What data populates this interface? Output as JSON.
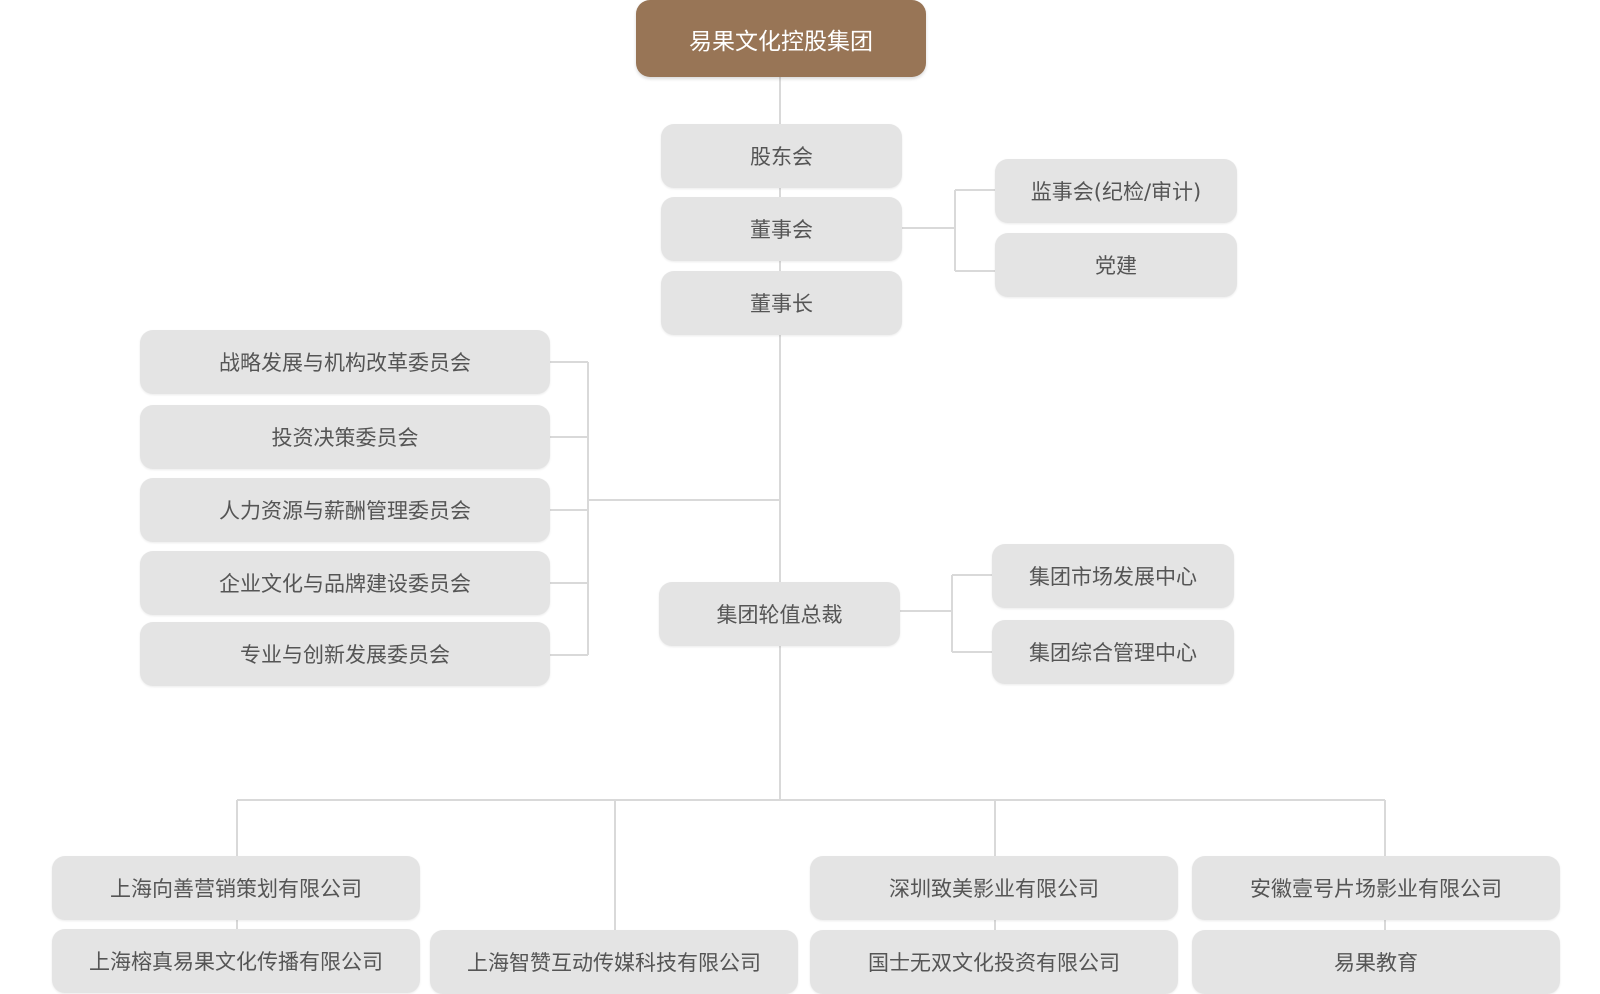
{
  "root": "易果文化控股集团",
  "governance": {
    "shareholders": "股东会",
    "board": "董事会",
    "chairman": "董事长"
  },
  "board_side": {
    "supervisory": "监事会(纪检/审计)",
    "party": "党建"
  },
  "committees": [
    "战略发展与机构改革委员会",
    "投资决策委员会",
    "人力资源与薪酬管理委员会",
    "企业文化与品牌建设委员会",
    "专业与创新发展委员会"
  ],
  "president": "集团轮值总裁",
  "centers": [
    "集团市场发展中心",
    "集团综合管理中心"
  ],
  "subsidiaries": {
    "col1": [
      "上海向善营销策划有限公司",
      "上海榕真易果文化传播有限公司"
    ],
    "col2": [
      "上海智赞互动传媒科技有限公司"
    ],
    "col3": [
      "深圳致美影业有限公司",
      "国士无双文化投资有限公司"
    ],
    "col4": [
      "安徽壹号片场影业有限公司",
      "易果教育"
    ]
  }
}
